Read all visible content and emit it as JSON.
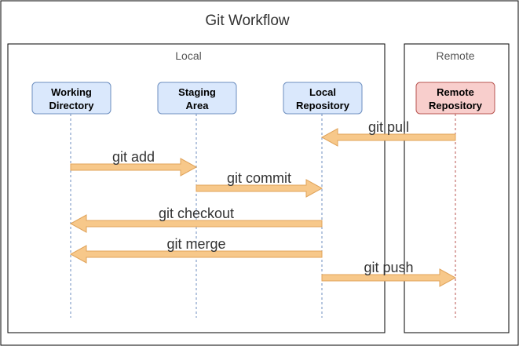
{
  "title": "Git Workflow",
  "groups": {
    "local": "Local",
    "remote": "Remote"
  },
  "nodes": [
    {
      "id": "working",
      "line1": "Working",
      "line2": "Directory",
      "fill": "#dae8fc",
      "stroke": "#6c8ebf"
    },
    {
      "id": "staging",
      "line1": "Staging",
      "line2": "Area",
      "fill": "#dae8fc",
      "stroke": "#6c8ebf"
    },
    {
      "id": "local",
      "line1": "Local",
      "line2": "Repository",
      "fill": "#dae8fc",
      "stroke": "#6c8ebf"
    },
    {
      "id": "remote",
      "line1": "Remote",
      "line2": "Repository",
      "fill": "#f8cecc",
      "stroke": "#b85450"
    }
  ],
  "arrows": [
    {
      "id": "git-pull",
      "label": "git pull",
      "from": "remote",
      "to": "local"
    },
    {
      "id": "git-add",
      "label": "git add",
      "from": "working",
      "to": "staging"
    },
    {
      "id": "git-commit",
      "label": "git commit",
      "from": "staging",
      "to": "local"
    },
    {
      "id": "git-checkout",
      "label": "git checkout",
      "from": "local",
      "to": "working"
    },
    {
      "id": "git-merge",
      "label": "git merge",
      "from": "local",
      "to": "working"
    },
    {
      "id": "git-push",
      "label": "git push",
      "from": "local",
      "to": "remote"
    }
  ],
  "colors": {
    "arrow_fill": "#f7c88a",
    "arrow_stroke": "#e0a35a",
    "lifeline_blue": "#6c8ebf",
    "lifeline_red": "#b85450"
  }
}
